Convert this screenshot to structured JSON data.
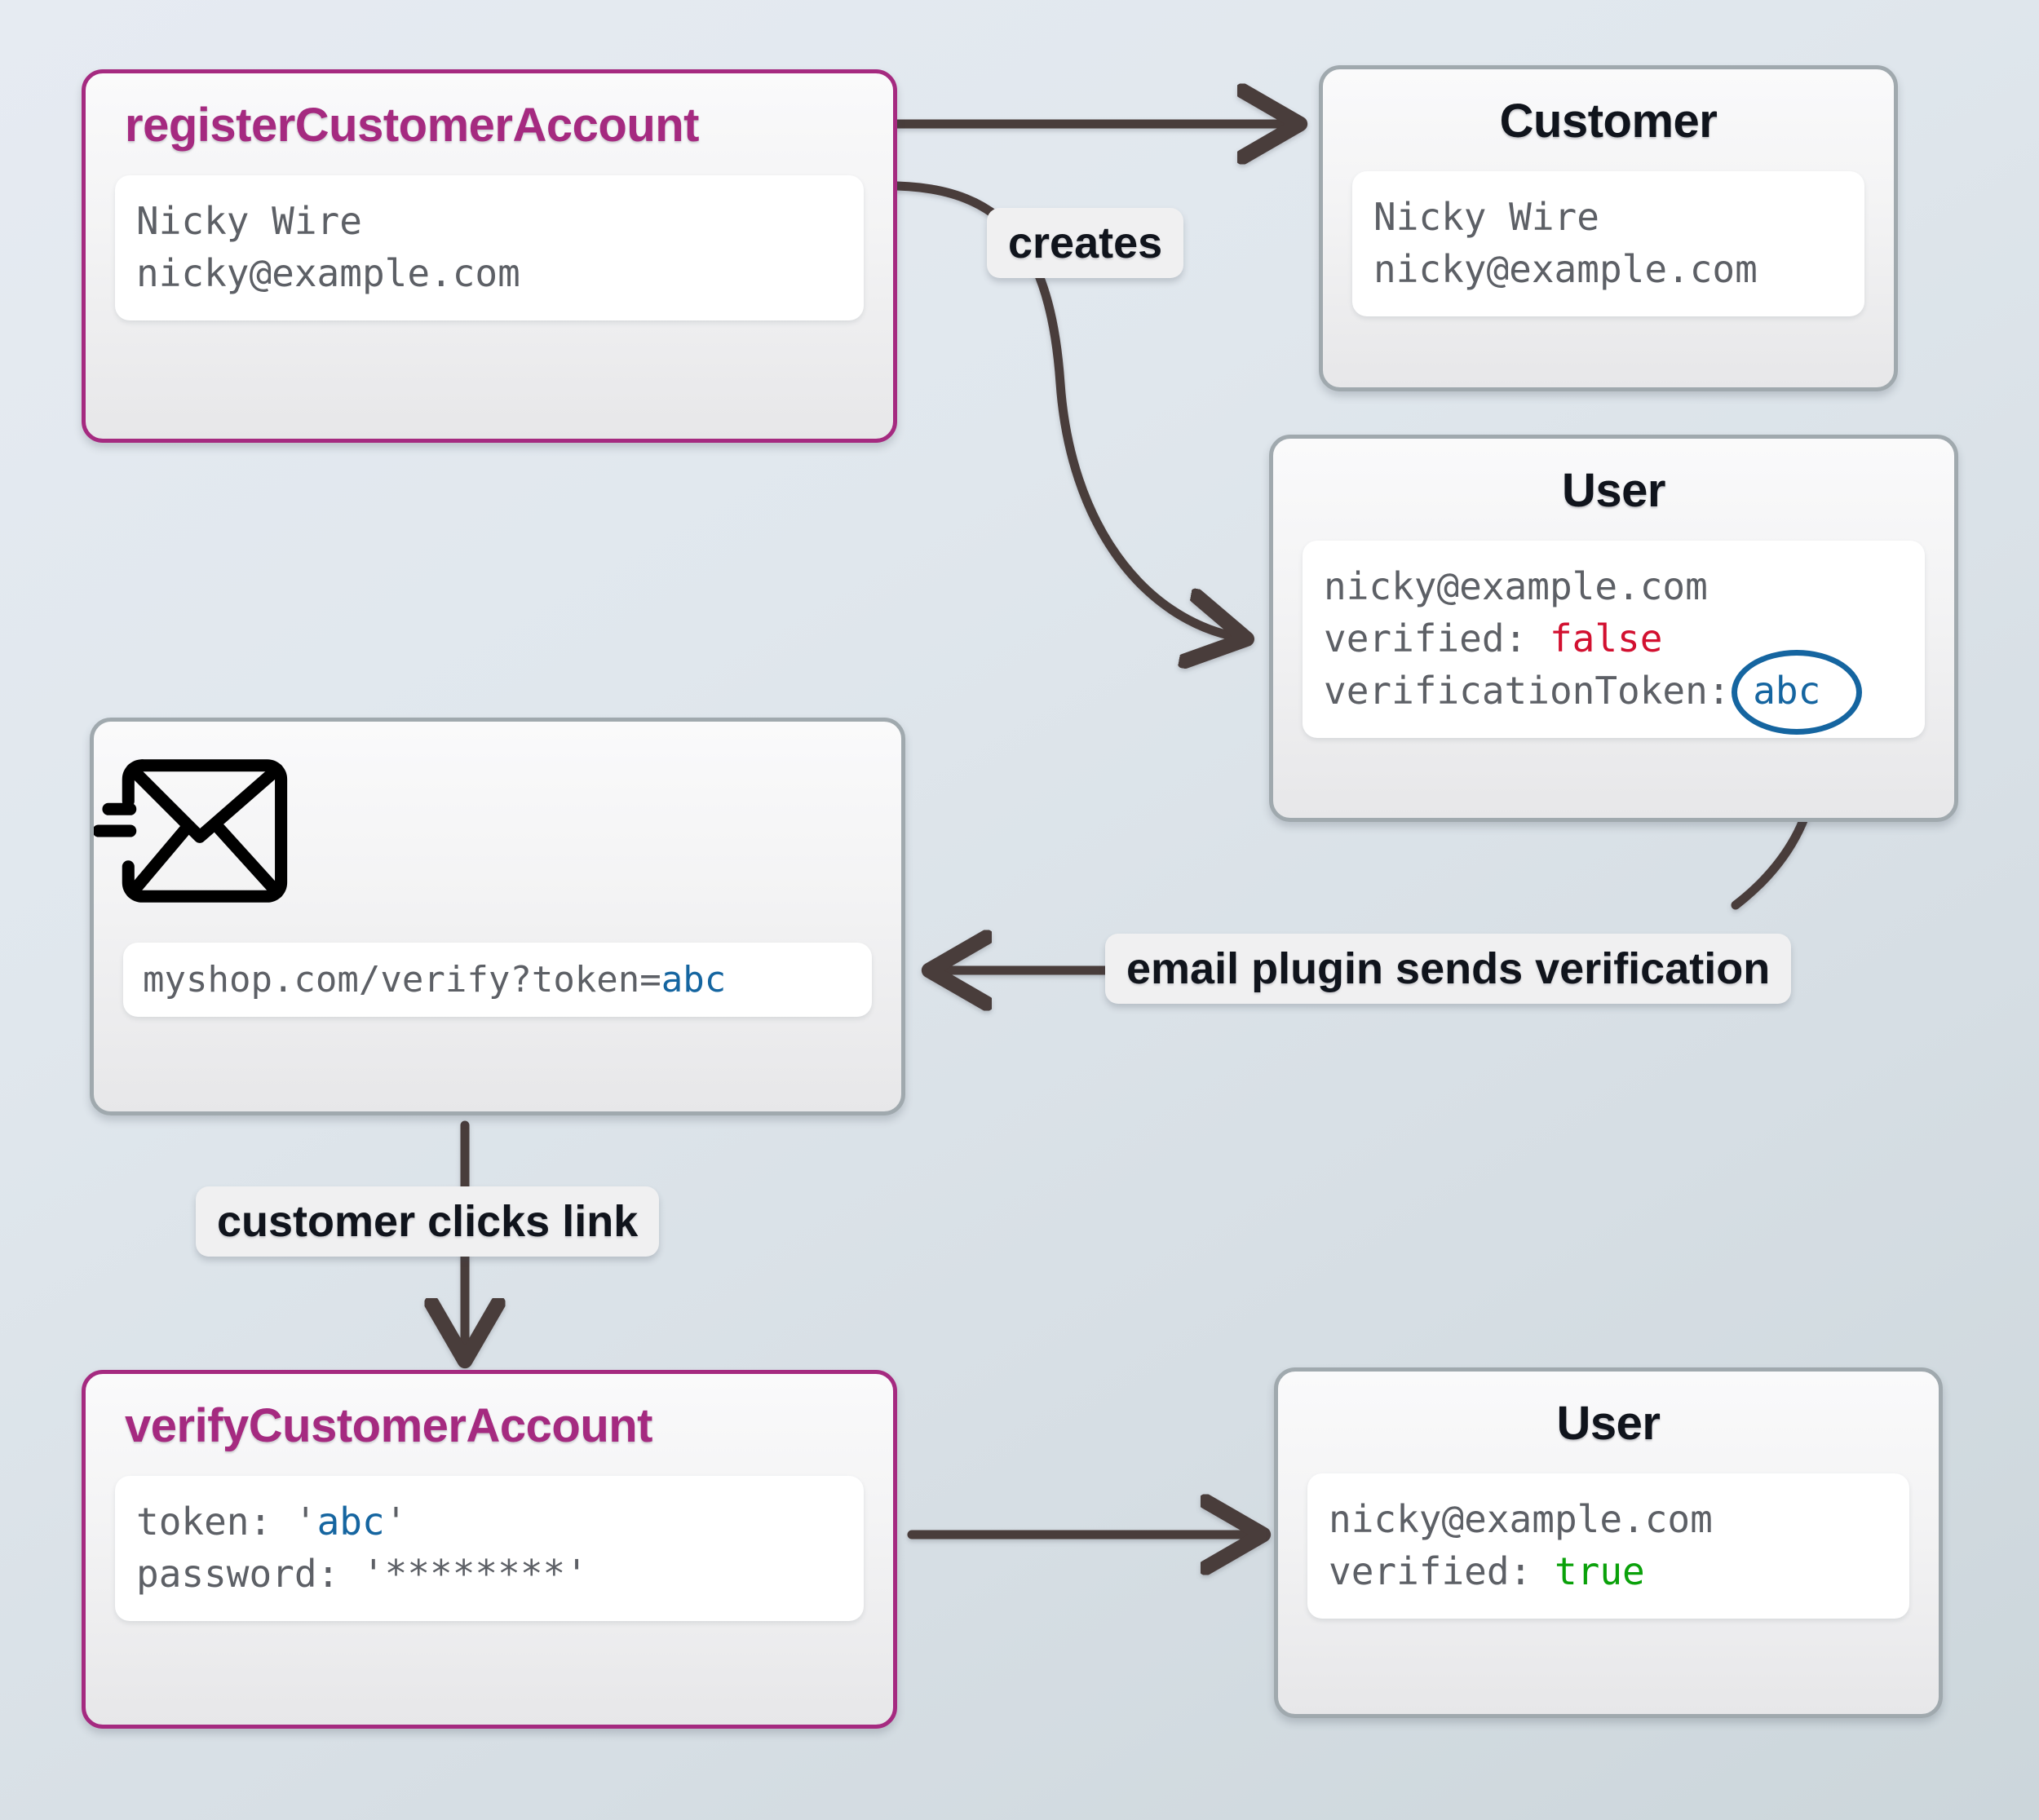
{
  "diagram": {
    "type": "flow-diagram",
    "background_top_color": "#e6ebf2",
    "background_bottom_color": "#ccd6db",
    "accent_color": "#a52a80",
    "edge_color": "#4a3c3a",
    "annotation_color": "#1565a0",
    "false_color": "#d21030",
    "true_color": "#0aa10a"
  },
  "nodes": {
    "register": {
      "title": "registerCustomerAccount",
      "fields": [
        {
          "text": "Nicky Wire"
        },
        {
          "text": "nicky@example.com"
        }
      ]
    },
    "customer": {
      "title": "Customer",
      "fields": [
        {
          "text": "Nicky Wire"
        },
        {
          "text": "nicky@example.com"
        }
      ]
    },
    "user_unverified": {
      "title": "User",
      "email": "nicky@example.com",
      "verified_label": "verified: ",
      "verified_value": "false",
      "token_label": "verificationToken: ",
      "token_value": "abc"
    },
    "email": {
      "icon": "send-email-icon",
      "url_prefix": "myshop.com/verify?token=",
      "url_token": "abc"
    },
    "verify": {
      "title": "verifyCustomerAccount",
      "token_label": "token: ",
      "token_quote_open": "'",
      "token_value": "abc",
      "token_quote_close": "'",
      "password_label": "password: ",
      "password_value": "'********'"
    },
    "user_verified": {
      "title": "User",
      "email": "nicky@example.com",
      "verified_label": "verified: ",
      "verified_value": "true"
    }
  },
  "edges": [
    {
      "id": "creates",
      "label": "creates",
      "from": "register",
      "to": "customer, user_unverified"
    },
    {
      "id": "email-plugin",
      "label": "email plugin sends verification",
      "from": "user_unverified",
      "to": "email"
    },
    {
      "id": "clicks",
      "label": "customer clicks link",
      "from": "email",
      "to": "verify"
    },
    {
      "id": "verify-result",
      "label": "",
      "from": "verify",
      "to": "user_verified"
    }
  ]
}
